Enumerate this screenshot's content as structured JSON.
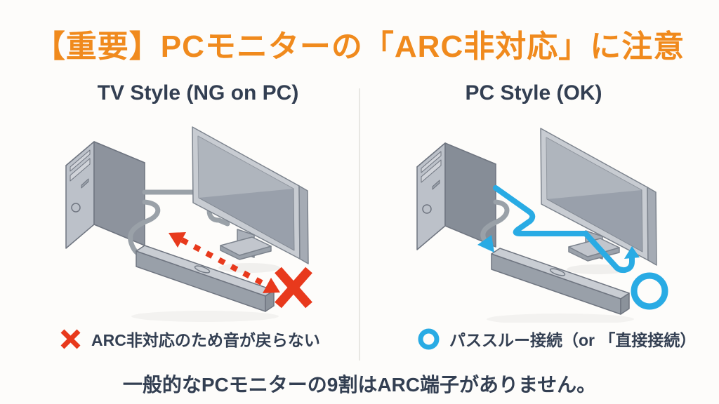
{
  "slide": {
    "title": "【重要】PCモニターの「ARC非対応」に注意",
    "footer": "一般的なPCモニターの9割はARC端子がありません。"
  },
  "left_panel": {
    "header": "TV Style (NG on PC)",
    "caption": "ARC非対応のため音が戻らない",
    "mark": "cross-mark"
  },
  "right_panel": {
    "header": "PC Style (OK)",
    "caption": "パススルー接続（or 「直接接続）",
    "mark": "circle-mark"
  },
  "icons": {
    "left_caption_icon": "cross-icon",
    "right_caption_icon": "circle-icon"
  },
  "colors": {
    "background": "#fdfcfa",
    "title_orange": "#f08a1d",
    "text_navy": "#333f52",
    "ng_red": "#e8391c",
    "ok_blue": "#29abe4",
    "hardware_gray_light": "#c8ccd2",
    "hardware_gray_mid": "#99a0a9",
    "hardware_gray_dark": "#8d939d",
    "cable_gray": "#9aa1a8",
    "divider_gray": "#e8e7e3"
  }
}
